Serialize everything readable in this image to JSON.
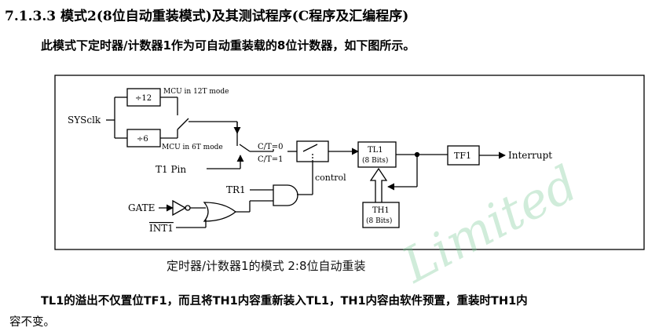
{
  "section": {
    "heading": "7.1.3.3 模式2(8位自动重装模式)及其测试程序(C程序及汇编程序)",
    "intro": "此模式下定时器/计数器1作为可自动重装载的8位计数器，如下图所示。"
  },
  "diagram": {
    "sysclk": "SYSclk",
    "div12": "÷12",
    "div6": "÷6",
    "mcu12t": "MCU in 12T mode",
    "mcu6t": "MCU in 6T mode",
    "ct0": "C/T=0",
    "ct1": "C/T=1",
    "t1pin": "T1 Pin",
    "tr1": "TR1",
    "gate": "GATE",
    "int1": "INT1",
    "control": "control",
    "tl1_name": "TL1",
    "tl1_bits": "(8 Bits)",
    "th1_name": "TH1",
    "th1_bits": "(8 Bits)",
    "tf1": "TF1",
    "interrupt": "Interrupt",
    "caption": "定时器/计数器1的模式 2:8位自动重装"
  },
  "body": {
    "line1": "TL1的溢出不仅置位TF1，而且将TH1内容重新装入TL1，TH1内容由软件预置，重装时TH1内",
    "line2": "容不变。"
  },
  "watermark": "Limited"
}
